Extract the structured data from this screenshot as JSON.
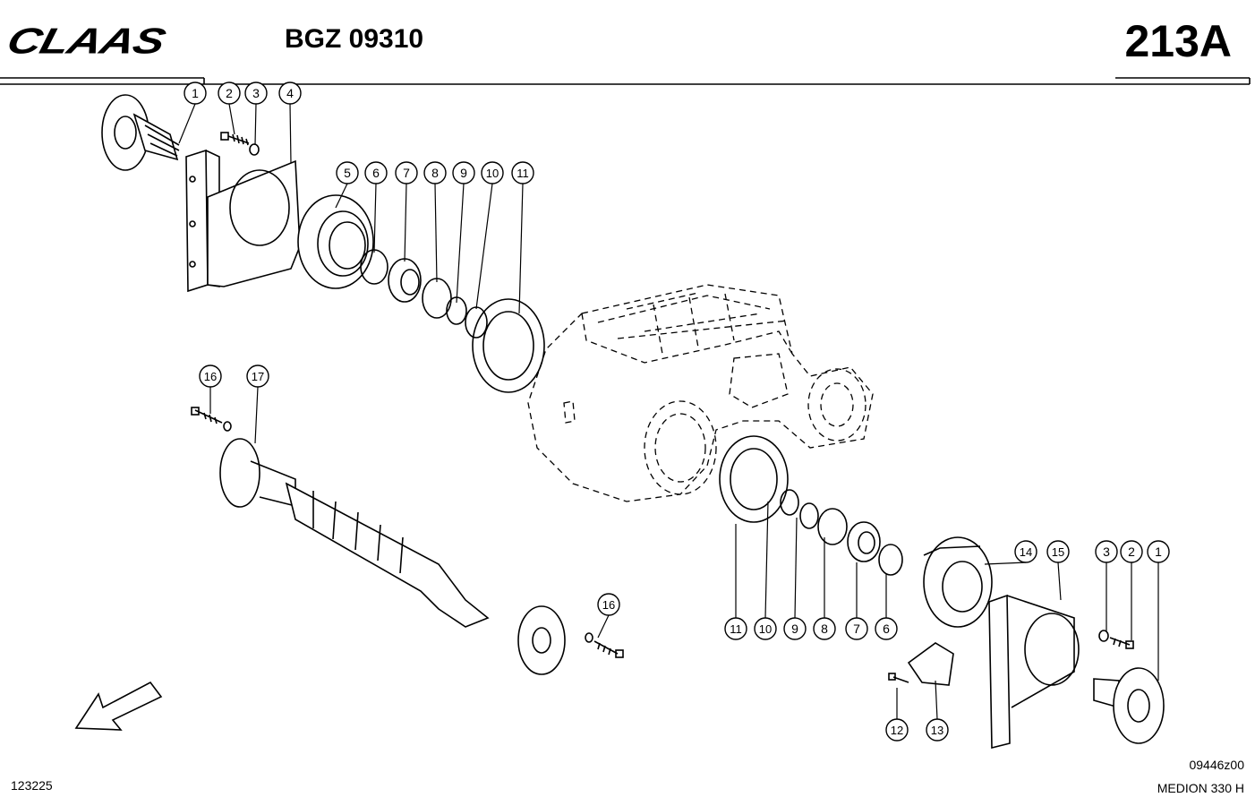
{
  "header": {
    "brand": "CLAAS",
    "document_code": "BGZ 09310",
    "page_number": "213A"
  },
  "footer": {
    "left_code": "123225",
    "drawing_number": "09446z00",
    "model": "MEDION 330 H"
  },
  "callouts": {
    "top_left": [
      "1",
      "2",
      "3",
      "4"
    ],
    "top_row": [
      "5",
      "6",
      "7",
      "8",
      "9",
      "10",
      "11"
    ],
    "shaft": [
      "16",
      "17"
    ],
    "shaft_end": [
      "16"
    ],
    "bottom_row": [
      "11",
      "10",
      "9",
      "8",
      "7",
      "6"
    ],
    "right": [
      "14",
      "15",
      "3",
      "2",
      "1"
    ],
    "bottom": [
      "12",
      "13"
    ]
  },
  "colors": {
    "ink": "#000000",
    "paper": "#ffffff"
  }
}
